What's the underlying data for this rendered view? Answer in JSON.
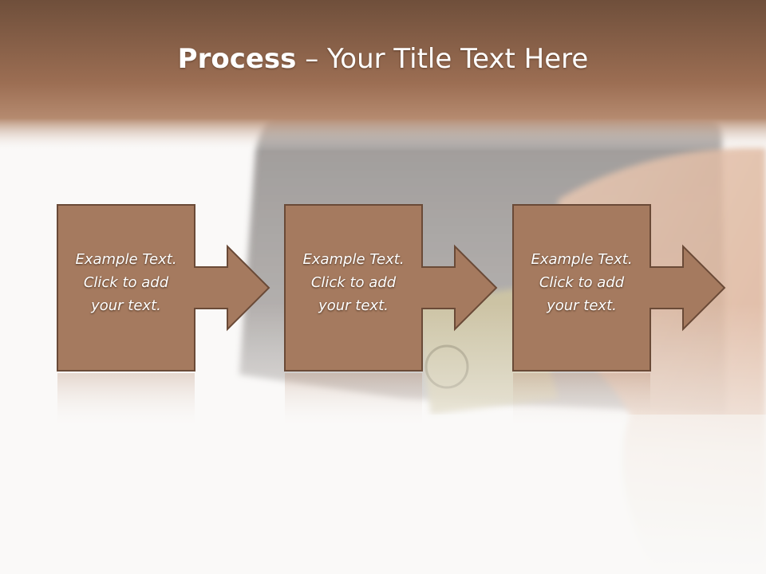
{
  "title": {
    "bold": "Process",
    "separator": " – ",
    "rest": "Your Title Text Here"
  },
  "steps": [
    {
      "line1": "Example Text.",
      "line2": "Click  to add",
      "line3": "your text."
    },
    {
      "line1": "Example Text.",
      "line2": "Click  to add",
      "line3": "your text."
    },
    {
      "line1": "Example Text.",
      "line2": "Click  to add",
      "line3": "your text."
    }
  ],
  "colors": {
    "box_fill": "#a57a5f",
    "box_stroke": "#6a4a37",
    "header": "#8a5e45",
    "background": "#faf9f8"
  }
}
